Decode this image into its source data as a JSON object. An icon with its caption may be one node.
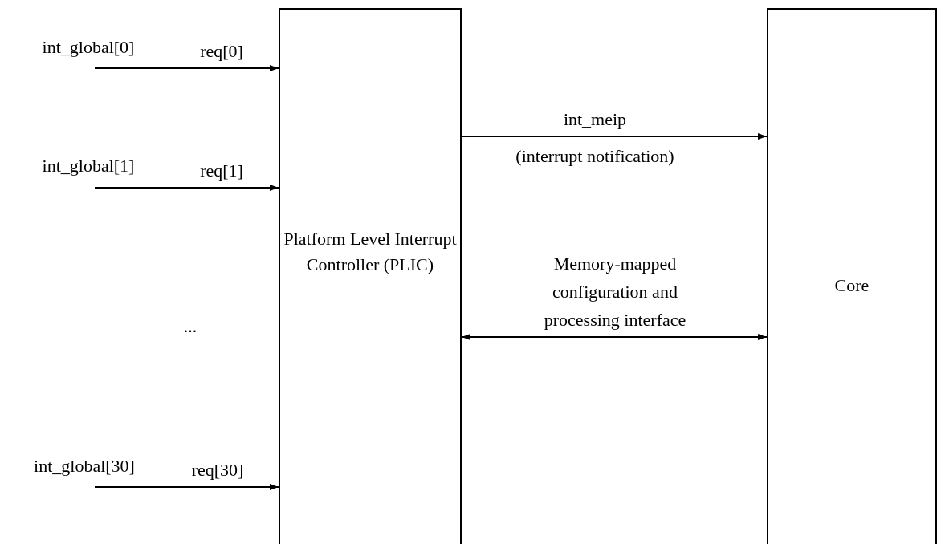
{
  "diagram": {
    "nodes": [
      {
        "text": [
          "Platform Level Interrupt Controller (PLIC)"
        ]
      },
      {
        "text": [
          "Core"
        ]
      }
    ],
    "edges": [
      {
        "from": null,
        "to": 0,
        "arrow": "to",
        "label": "req[0]"
      },
      {
        "from": null,
        "to": 0,
        "arrow": "to",
        "label": "req[1]"
      },
      {
        "from": null,
        "to": 0,
        "arrow": "to",
        "label": "req[30]"
      },
      {
        "from": 0,
        "to": 1,
        "arrow": "to",
        "label": "int_meip"
      },
      {
        "from": 0,
        "to": 1,
        "arrow": "both",
        "label": "Memory-mapped configuration and processing interface"
      }
    ],
    "labels": [
      "int_global[0]",
      "int_global[1]",
      "...",
      "(interrupt notification)",
      "int_global[30]"
    ]
  }
}
